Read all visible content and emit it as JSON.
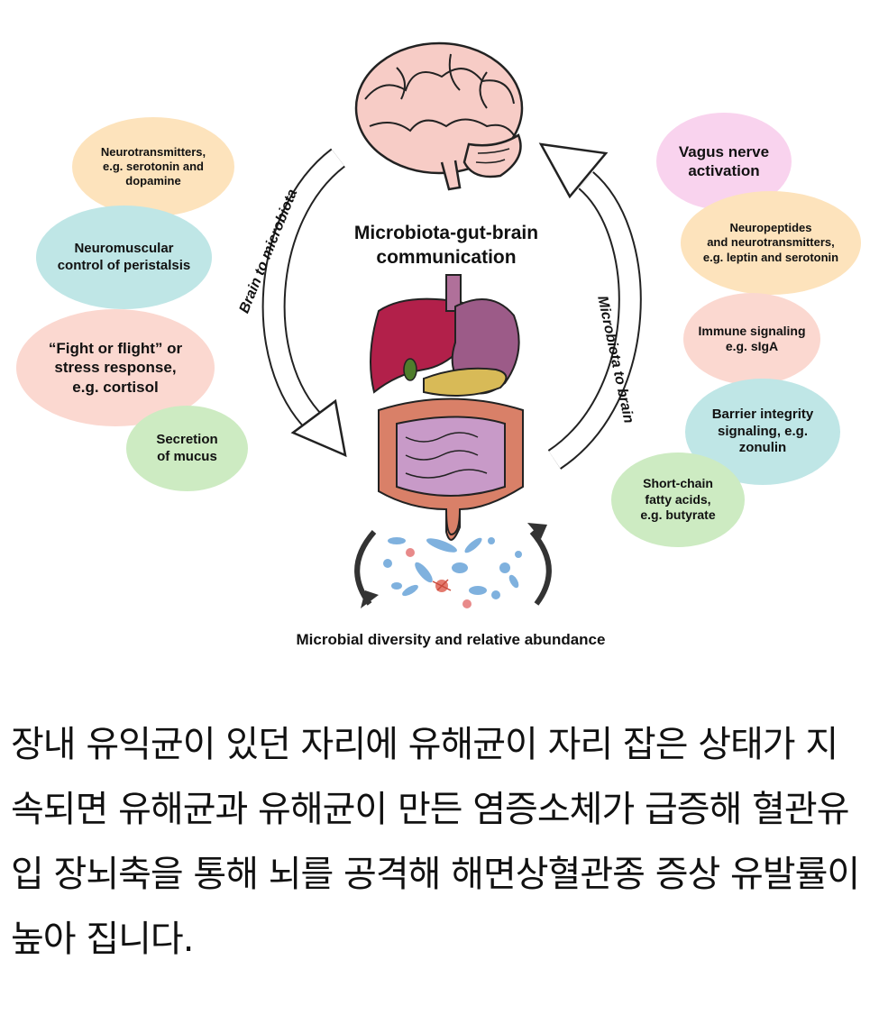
{
  "diagram": {
    "center_title": "Microbiota-gut-brain\ncommunication",
    "caption": "Microbial diversity and relative abundance",
    "arrow_left_label": "Brain to microbiota",
    "arrow_right_label": "Microbiota to brain",
    "left_bubbles": [
      {
        "text": "Neurotransmitters,\ne.g. serotonin and\ndopamine",
        "color": "#fde3bc"
      },
      {
        "text": "Neuromuscular\ncontrol of peristalsis",
        "color": "#bfe6e6"
      },
      {
        "text": "“Fight or flight” or\nstress response,\ne.g. cortisol",
        "color": "#fbd8d0"
      },
      {
        "text": "Secretion\nof mucus",
        "color": "#cdebc2"
      }
    ],
    "right_bubbles": [
      {
        "text": "Vagus nerve\nactivation",
        "color": "#f9d3ee"
      },
      {
        "text": "Neuropeptides\nand neurotransmitters,\ne.g. leptin and serotonin",
        "color": "#fde3bc"
      },
      {
        "text": "Immune signaling\ne.g. sIgA",
        "color": "#fbd8d0"
      },
      {
        "text": "Barrier integrity\nsignaling, e.g.\nzonulin",
        "color": "#bfe6e6"
      },
      {
        "text": "Short-chain\nfatty acids,\ne.g. butyrate",
        "color": "#cdebc2"
      }
    ],
    "icons": [
      "brain-icon",
      "gut-organs-icon",
      "microbes-icon"
    ]
  },
  "paragraph": {
    "text": "장내 유익균이 있던 자리에 유해균이 자리 잡은 상태가 지속되면 유해균과 유해균이 만든 염증소체가 급증해 혈관유입 장뇌축을 통해 뇌를 공격해 해면상혈관종 증상 유발률이 높아 집니다."
  }
}
